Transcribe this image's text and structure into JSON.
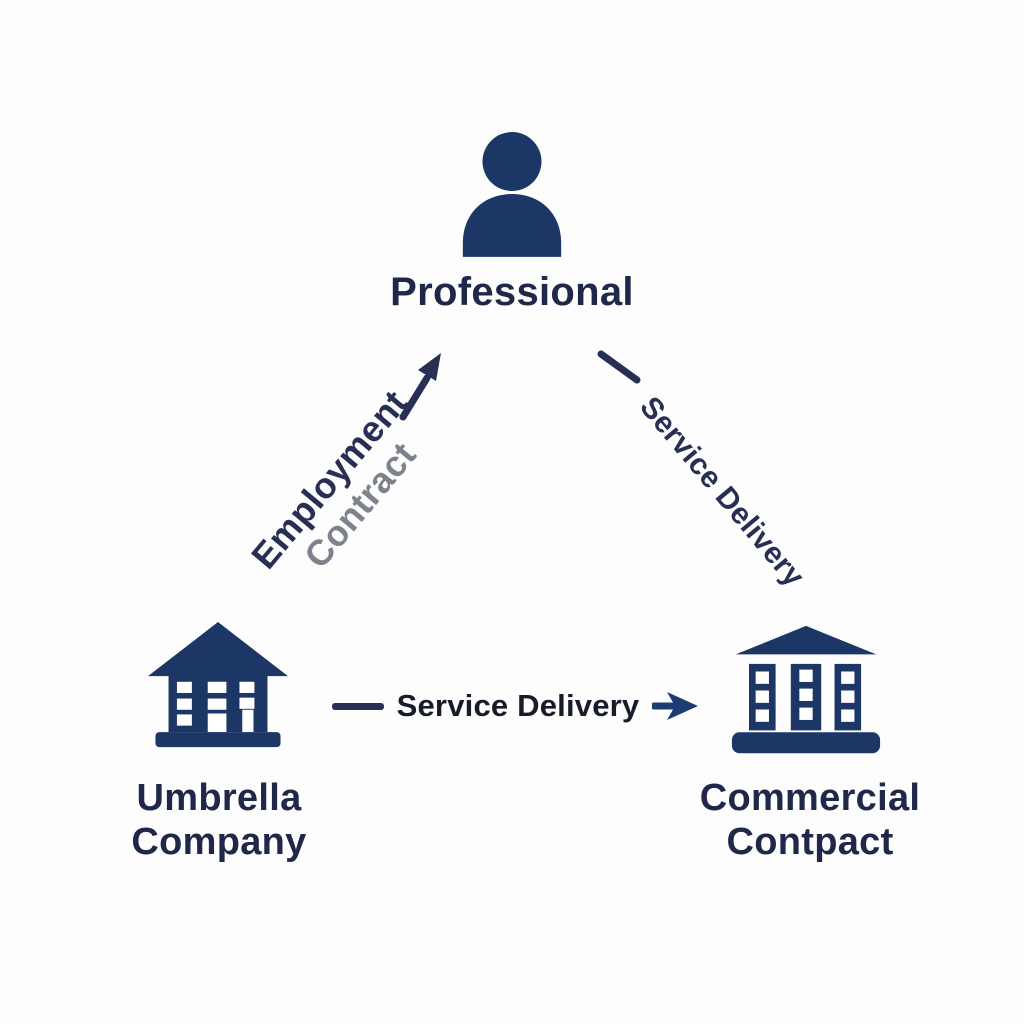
{
  "diagram": {
    "nodes": {
      "professional": {
        "icon": "person-icon",
        "label": "Professional"
      },
      "umbrella_company": {
        "icon": "office-building-icon",
        "label": "Umbrella\nCompany"
      },
      "commercial_contract": {
        "icon": "bank-building-icon",
        "label": "Commercial\nContpact"
      }
    },
    "edges": {
      "employment_contract": {
        "label_line1": "Employment",
        "label_line2": "Contract",
        "direction": "umbrella_company -> professional"
      },
      "service_delivery_right": {
        "label": "Service Delivery",
        "direction": "professional -> commercial_contract"
      },
      "service_delivery_horizontal": {
        "label": "Service Delivery",
        "direction": "umbrella_company -> commercial_contract"
      }
    },
    "colors": {
      "icon_navy": "#1c3766",
      "label_navy": "#20284a",
      "edge_navy": "#272f54",
      "muted_gray": "#7d828d",
      "text_dark": "#171b2a",
      "arrow_blue": "#1e3c72",
      "background": "#fdfdfe"
    }
  }
}
